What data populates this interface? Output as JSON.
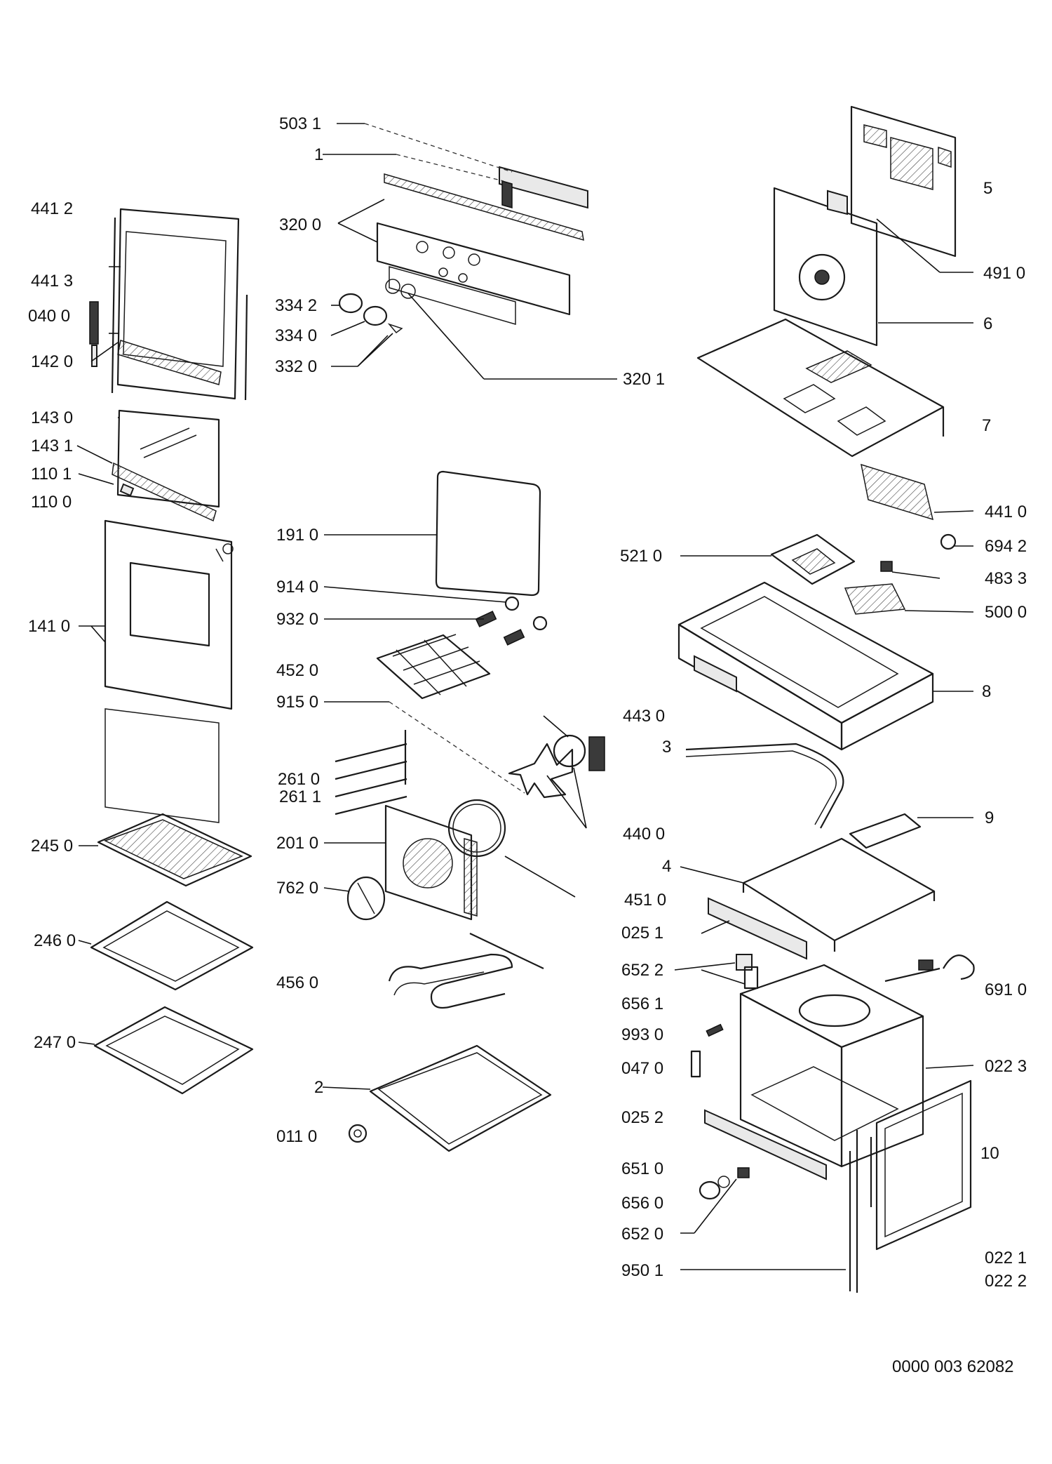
{
  "left_column_labels": [
    "441 2",
    "441 3",
    "040 0",
    "142 0",
    "143 0",
    "143 1",
    "110 1",
    "110 0",
    "141 0",
    "245 0",
    "246 0",
    "247 0"
  ],
  "center_column_labels": [
    "503 1",
    "1",
    "320 0",
    "334 2",
    "334 0",
    "332 0",
    "320 1",
    "191 0",
    "914 0",
    "932 0",
    "452 0",
    "915 0",
    "443 0",
    "261 0",
    "261 1",
    "440 0",
    "201 0",
    "762 0",
    "451 0",
    "456 0",
    "2",
    "011 0"
  ],
  "right_column_labels": [
    "5",
    "491 0",
    "6",
    "7",
    "441 0",
    "694 2",
    "521 0",
    "483 3",
    "500 0",
    "8",
    "3",
    "9",
    "4",
    "025 1",
    "652 2",
    "656 1",
    "691 0",
    "993 0",
    "047 0",
    "022 3",
    "025 2",
    "10",
    "651 0",
    "656 0",
    "652 0",
    "022 1",
    "022 2",
    "950 1"
  ],
  "document_id": "0000 003 62082"
}
